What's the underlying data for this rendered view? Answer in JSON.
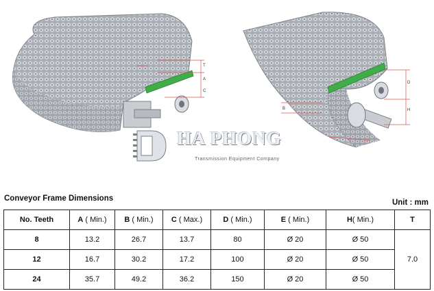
{
  "watermark": {
    "brand": "HA PHONG",
    "tagline": "Transmission Equipment Company"
  },
  "diagram_labels": {
    "left": [
      "T",
      "A",
      "C"
    ],
    "right": [
      "D",
      "H",
      "B"
    ]
  },
  "section_title": "Conveyor Frame Dimensions",
  "unit_label": "Unit : mm",
  "table": {
    "headers": [
      {
        "letter": "No. Teeth",
        "paren": ""
      },
      {
        "letter": "A",
        "paren": " ( Min.)"
      },
      {
        "letter": "B",
        "paren": " ( Min.)"
      },
      {
        "letter": "C",
        "paren": " ( Max.)"
      },
      {
        "letter": "D",
        "paren": " ( Min.)"
      },
      {
        "letter": "E",
        "paren": " ( Min.)"
      },
      {
        "letter": "H",
        "paren": "( Min.)"
      },
      {
        "letter": "T",
        "paren": ""
      }
    ],
    "rows": [
      [
        "8",
        "13.2",
        "26.7",
        "13.7",
        "80",
        "Ø 20",
        "Ø 50"
      ],
      [
        "12",
        "16.7",
        "30.2",
        "17.2",
        "100",
        "Ø 20",
        "Ø 50"
      ],
      [
        "24",
        "35.7",
        "49.2",
        "36.2",
        "150",
        "Ø 20",
        "Ø 50"
      ]
    ],
    "t_value": "7.0"
  },
  "colors": {
    "belt": "#b9bcc2",
    "belt_dark": "#8f939b",
    "wear_strip": "#3fae49",
    "dimension_lines": "#d9534f"
  }
}
